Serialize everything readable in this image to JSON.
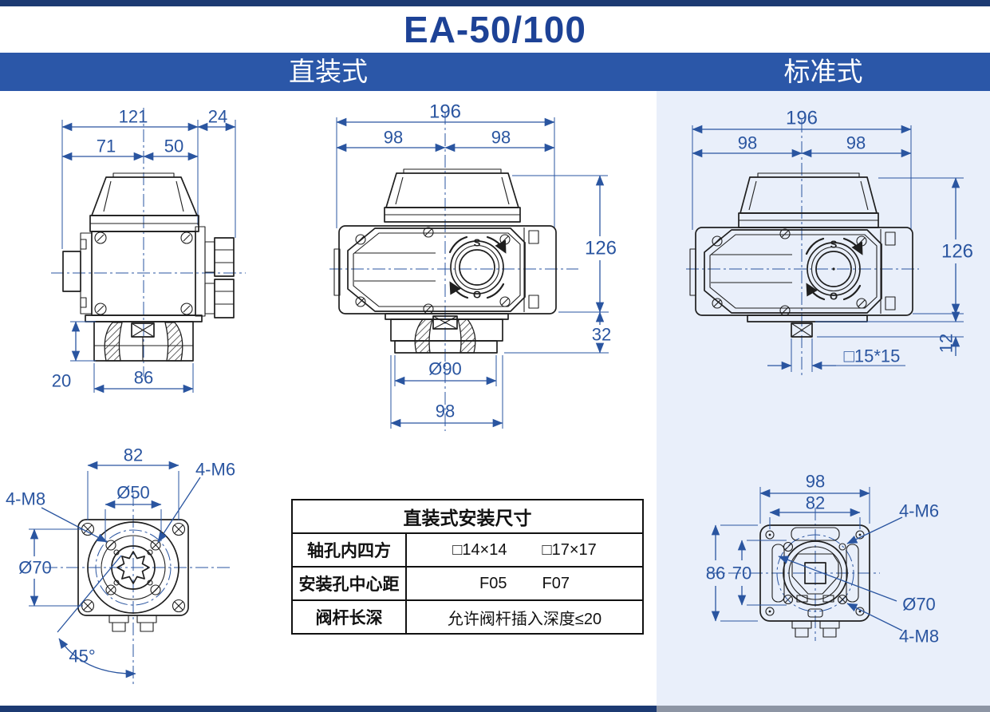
{
  "title": "EA-50/100",
  "header": {
    "left_tab": "直装式",
    "right_tab": "标准式"
  },
  "side_view": {
    "d121": "121",
    "d24": "24",
    "d71": "71",
    "d50": "50",
    "d20": "20",
    "d86": "86"
  },
  "front_direct": {
    "d196": "196",
    "d98_left": "98",
    "d98_right": "98",
    "d126": "126",
    "d32": "32",
    "dia90": "Ø90",
    "d98_base": "98",
    "dial_s": "S",
    "dial_o": "O"
  },
  "front_standard": {
    "d196": "196",
    "d98_left": "98",
    "d98_right": "98",
    "d126": "126",
    "d12": "12",
    "square": "□15*15",
    "dial_s": "S",
    "dial_o": "O"
  },
  "bottom_direct": {
    "d82": "82",
    "dia50": "Ø50",
    "m6": "4-M6",
    "m8": "4-M8",
    "dia70": "Ø70",
    "a45": "45°"
  },
  "bottom_standard": {
    "d98": "98",
    "d82": "82",
    "m6": "4-M6",
    "d86": "86",
    "d70": "70",
    "dia70": "Ø70",
    "m8": "4-M8"
  },
  "table": {
    "title": "直装式安装尺寸",
    "rows": [
      {
        "label": "轴孔内四方",
        "values": [
          "□14×14",
          "□17×17"
        ]
      },
      {
        "label": "安装孔中心距",
        "values": [
          "F05",
          "F07"
        ]
      },
      {
        "label": "阀杆长深",
        "values": [
          "允许阀杆插入深度≤20"
        ]
      }
    ]
  },
  "colors": {
    "accent_blue": "#2a55a0",
    "bar_blue": "#2b57a8",
    "navy": "#1c3a72",
    "panel_blue": "#e9effa",
    "title_blue": "#1d4296"
  }
}
